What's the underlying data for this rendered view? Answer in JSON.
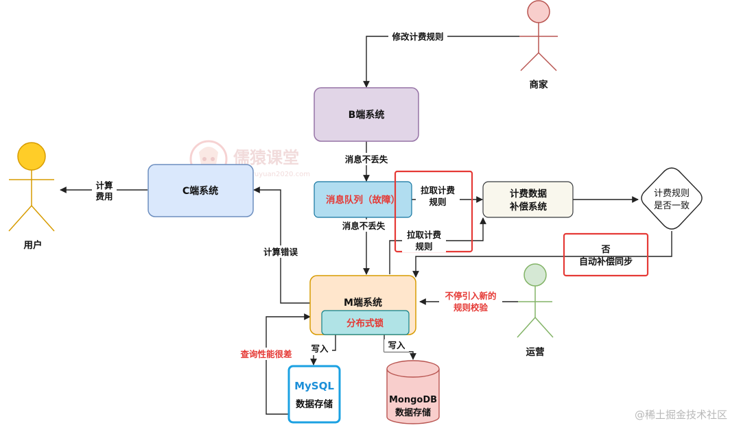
{
  "actors": {
    "merchant": "商家",
    "user": "用户",
    "operator": "运营"
  },
  "nodes": {
    "b_system": "B端系统",
    "c_system": "C端系统",
    "mq": "消息队列（故障）",
    "compensate_line1": "计费数据",
    "compensate_line2": "补偿系统",
    "decision_line1": "计费规则",
    "decision_line2": "是否一致",
    "m_system": "M端系统",
    "dist_lock": "分布式锁",
    "mysql_title": "MySQL",
    "mysql_sub": "数据存储",
    "mongo_title": "MongoDB",
    "mongo_sub": "数据存储"
  },
  "labels": {
    "modify_rule": "修改计费规则",
    "no_loss_1": "消息不丢失",
    "no_loss_2": "消息不丢失",
    "pull_rule_top_1": "拉取计费",
    "pull_rule_top_2": "规则",
    "pull_rule_bottom_1": "拉取计费",
    "pull_rule_bottom_2": "规则",
    "calc_fee_1": "计算",
    "calc_fee_2": "费用",
    "calc_error": "计算错误",
    "no_label": "否",
    "auto_sync": "自动补偿同步",
    "new_rules_1": "不停引入新的",
    "new_rules_2": "规则校验",
    "query_perf": "查询性能很差",
    "write_1": "写入",
    "write_2": "写入"
  },
  "watermark": {
    "brand": "儒猿课堂",
    "url": "www.ruyuan2020.com",
    "footer": "@稀土掘金技术社区"
  },
  "colors": {
    "red": "#e53935",
    "line": "#222222",
    "b_fill": "#e1d5e7",
    "b_stroke": "#9673a6",
    "c_fill": "#dae8fc",
    "c_stroke": "#6c8ebf",
    "mq_fill": "#b1ddf0",
    "mq_stroke": "#10739e",
    "comp_fill": "#f9f7ed",
    "comp_stroke": "#36393d",
    "m_fill": "#ffe6cc",
    "m_stroke": "#d79b00",
    "lock_fill": "#b0e3e6",
    "lock_stroke": "#0e8088",
    "mysql_stroke": "#1ba1e2",
    "mysql_text": "#1b8fd8",
    "mongo_fill": "#f8cecc",
    "mongo_stroke": "#b85450",
    "actor_merchant_fill": "#f8cecc",
    "actor_merchant_stroke": "#b85450",
    "actor_user_fill": "#ffcd28",
    "actor_user_stroke": "#d79b00",
    "actor_op_fill": "#d5e8d4",
    "actor_op_stroke": "#82b366"
  }
}
